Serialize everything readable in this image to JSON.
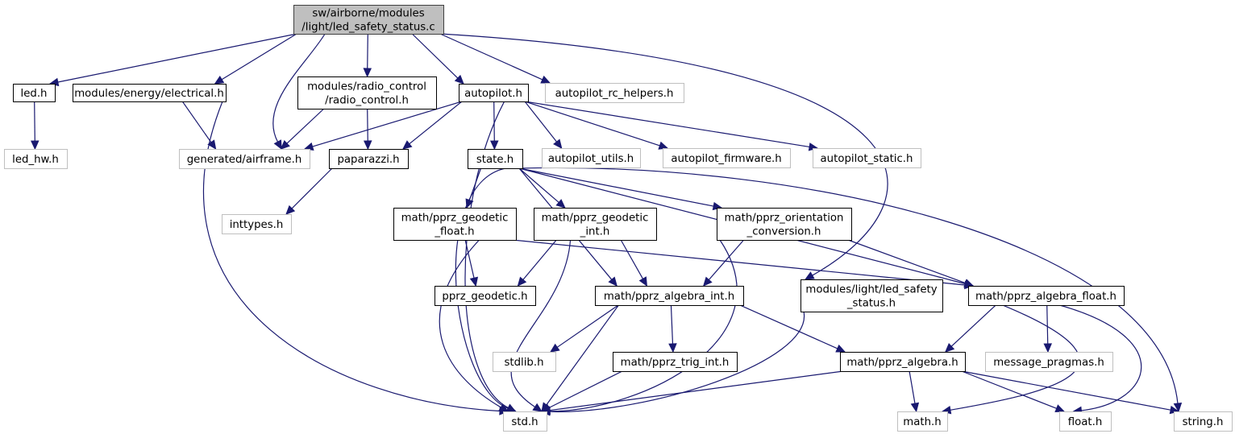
{
  "title": "Include dependency graph for led_safety_status.c",
  "colors": {
    "edge": "#191970",
    "root_fill": "#bfbfbf",
    "documented_border": "#000000",
    "external_border": "#bfbfbf"
  },
  "nodes": {
    "root": {
      "lines": [
        "sw/airborne/modules",
        "/light/led_safety_status.c"
      ],
      "kind": "root"
    },
    "led_h": {
      "lines": [
        "led.h"
      ],
      "kind": "doc"
    },
    "electrical_h": {
      "lines": [
        "modules/energy/electrical.h"
      ],
      "kind": "doc"
    },
    "radio_control_h": {
      "lines": [
        "modules/radio_control",
        "/radio_control.h"
      ],
      "kind": "doc"
    },
    "autopilot_h": {
      "lines": [
        "autopilot.h"
      ],
      "kind": "doc"
    },
    "autopilot_rc_helpers_h": {
      "lines": [
        "autopilot_rc_helpers.h"
      ],
      "kind": "ext"
    },
    "led_hw_h": {
      "lines": [
        "led_hw.h"
      ],
      "kind": "ext"
    },
    "airframe_h": {
      "lines": [
        "generated/airframe.h"
      ],
      "kind": "ext"
    },
    "paparazzi_h": {
      "lines": [
        "paparazzi.h"
      ],
      "kind": "doc"
    },
    "state_h": {
      "lines": [
        "state.h"
      ],
      "kind": "doc"
    },
    "autopilot_utils_h": {
      "lines": [
        "autopilot_utils.h"
      ],
      "kind": "ext"
    },
    "autopilot_firmware_h": {
      "lines": [
        "autopilot_firmware.h"
      ],
      "kind": "ext"
    },
    "autopilot_static_h": {
      "lines": [
        "autopilot_static.h"
      ],
      "kind": "ext"
    },
    "inttypes_h": {
      "lines": [
        "inttypes.h"
      ],
      "kind": "ext"
    },
    "geodetic_float_h": {
      "lines": [
        "math/pprz_geodetic",
        "_float.h"
      ],
      "kind": "doc"
    },
    "geodetic_int_h": {
      "lines": [
        "math/pprz_geodetic",
        "_int.h"
      ],
      "kind": "doc"
    },
    "orientation_h": {
      "lines": [
        "math/pprz_orientation",
        "_conversion.h"
      ],
      "kind": "doc"
    },
    "pprz_geodetic_h": {
      "lines": [
        "pprz_geodetic.h"
      ],
      "kind": "doc"
    },
    "algebra_int_h": {
      "lines": [
        "math/pprz_algebra_int.h"
      ],
      "kind": "doc"
    },
    "led_safety_status_h": {
      "lines": [
        "modules/light/led_safety",
        "_status.h"
      ],
      "kind": "doc"
    },
    "algebra_float_h": {
      "lines": [
        "math/pprz_algebra_float.h"
      ],
      "kind": "doc"
    },
    "stdlib_h": {
      "lines": [
        "stdlib.h"
      ],
      "kind": "ext"
    },
    "trig_int_h": {
      "lines": [
        "math/pprz_trig_int.h"
      ],
      "kind": "doc"
    },
    "algebra_h": {
      "lines": [
        "math/pprz_algebra.h"
      ],
      "kind": "doc"
    },
    "message_pragmas_h": {
      "lines": [
        "message_pragmas.h"
      ],
      "kind": "ext"
    },
    "std_h": {
      "lines": [
        "std.h"
      ],
      "kind": "ext"
    },
    "math_h": {
      "lines": [
        "math.h"
      ],
      "kind": "ext"
    },
    "float_h": {
      "lines": [
        "float.h"
      ],
      "kind": "ext"
    },
    "string_h": {
      "lines": [
        "string.h"
      ],
      "kind": "ext"
    }
  },
  "edges": [
    [
      "root",
      "led_h"
    ],
    [
      "root",
      "electrical_h"
    ],
    [
      "root",
      "airframe_h"
    ],
    [
      "root",
      "radio_control_h"
    ],
    [
      "root",
      "autopilot_h"
    ],
    [
      "root",
      "autopilot_rc_helpers_h"
    ],
    [
      "root",
      "led_safety_status_h"
    ],
    [
      "led_h",
      "led_hw_h"
    ],
    [
      "electrical_h",
      "airframe_h"
    ],
    [
      "electrical_h",
      "std_h"
    ],
    [
      "radio_control_h",
      "airframe_h"
    ],
    [
      "radio_control_h",
      "paparazzi_h"
    ],
    [
      "autopilot_h",
      "airframe_h"
    ],
    [
      "autopilot_h",
      "paparazzi_h"
    ],
    [
      "autopilot_h",
      "state_h"
    ],
    [
      "autopilot_h",
      "autopilot_utils_h"
    ],
    [
      "autopilot_h",
      "autopilot_firmware_h"
    ],
    [
      "autopilot_h",
      "autopilot_static_h"
    ],
    [
      "autopilot_h",
      "std_h"
    ],
    [
      "paparazzi_h",
      "inttypes_h"
    ],
    [
      "state_h",
      "geodetic_float_h"
    ],
    [
      "state_h",
      "geodetic_int_h"
    ],
    [
      "state_h",
      "orientation_h"
    ],
    [
      "state_h",
      "algebra_int_h"
    ],
    [
      "state_h",
      "algebra_float_h"
    ],
    [
      "state_h",
      "std_h"
    ],
    [
      "state_h",
      "string_h"
    ],
    [
      "geodetic_float_h",
      "pprz_geodetic_h"
    ],
    [
      "geodetic_float_h",
      "algebra_float_h"
    ],
    [
      "geodetic_float_h",
      "std_h"
    ],
    [
      "geodetic_int_h",
      "pprz_geodetic_h"
    ],
    [
      "geodetic_int_h",
      "algebra_int_h"
    ],
    [
      "geodetic_int_h",
      "std_h"
    ],
    [
      "orientation_h",
      "algebra_int_h"
    ],
    [
      "orientation_h",
      "algebra_float_h"
    ],
    [
      "orientation_h",
      "std_h"
    ],
    [
      "algebra_int_h",
      "stdlib_h"
    ],
    [
      "algebra_int_h",
      "trig_int_h"
    ],
    [
      "algebra_int_h",
      "algebra_h"
    ],
    [
      "algebra_int_h",
      "std_h"
    ],
    [
      "led_safety_status_h",
      "std_h"
    ],
    [
      "algebra_float_h",
      "algebra_h"
    ],
    [
      "algebra_float_h",
      "message_pragmas_h"
    ],
    [
      "algebra_float_h",
      "math_h"
    ],
    [
      "algebra_float_h",
      "float_h"
    ],
    [
      "trig_int_h",
      "std_h"
    ],
    [
      "algebra_h",
      "std_h"
    ],
    [
      "algebra_h",
      "math_h"
    ],
    [
      "algebra_h",
      "float_h"
    ],
    [
      "algebra_h",
      "string_h"
    ]
  ]
}
